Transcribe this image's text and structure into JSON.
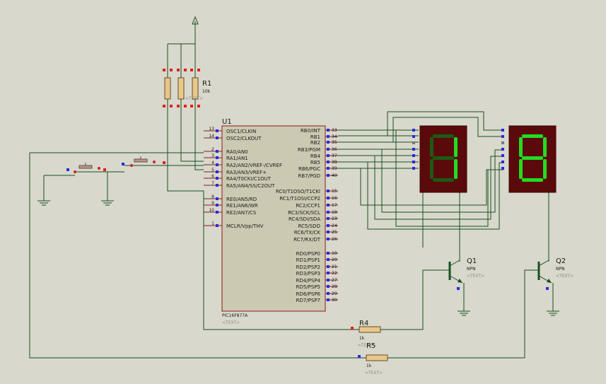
{
  "mcu": {
    "ref": "U1",
    "part": "PIC16F877A",
    "text": "<TEXT>",
    "left_pins": [
      {
        "num": "13",
        "label": "OSC1/CLKIN"
      },
      {
        "num": "14",
        "label": "OSC2/CLKOUT"
      },
      {
        "num": "2",
        "label": "RA0/AN0"
      },
      {
        "num": "3",
        "label": "RA1/AN1"
      },
      {
        "num": "4",
        "label": "RA2/AN2/VREF-/CVREF"
      },
      {
        "num": "5",
        "label": "RA3/AN3/VREF+"
      },
      {
        "num": "6",
        "label": "RA4/T0CKI/C1OUT"
      },
      {
        "num": "7",
        "label": "RA5/AN4/SS/C2OUT"
      },
      {
        "num": "8",
        "label": "RE0/AN5/RD"
      },
      {
        "num": "9",
        "label": "RE1/AN6/WR"
      },
      {
        "num": "10",
        "label": "RE2/AN7/CS"
      },
      {
        "num": "1",
        "label": "MCLR/Vpp/THV"
      }
    ],
    "right_pins": [
      {
        "num": "33",
        "label": "RB0/INT"
      },
      {
        "num": "34",
        "label": "RB1"
      },
      {
        "num": "35",
        "label": "RB2"
      },
      {
        "num": "36",
        "label": "RB3/PGM"
      },
      {
        "num": "37",
        "label": "RB4"
      },
      {
        "num": "38",
        "label": "RB5"
      },
      {
        "num": "39",
        "label": "RB6/PGC"
      },
      {
        "num": "40",
        "label": "RB7/PGD"
      },
      {
        "num": "15",
        "label": "RC0/T1OSO/T1CKI"
      },
      {
        "num": "16",
        "label": "RC1/T1OSI/CCP2"
      },
      {
        "num": "17",
        "label": "RC2/CCP1"
      },
      {
        "num": "18",
        "label": "RC3/SCK/SCL"
      },
      {
        "num": "23",
        "label": "RC4/SDI/SDA"
      },
      {
        "num": "24",
        "label": "RC5/SDO"
      },
      {
        "num": "25",
        "label": "RC6/TX/CK"
      },
      {
        "num": "26",
        "label": "RC7/RX/DT"
      },
      {
        "num": "19",
        "label": "RD0/PSP0"
      },
      {
        "num": "20",
        "label": "RD1/PSP1"
      },
      {
        "num": "21",
        "label": "RD2/PSP2"
      },
      {
        "num": "22",
        "label": "RD3/PSP3"
      },
      {
        "num": "27",
        "label": "RD4/PSP4"
      },
      {
        "num": "28",
        "label": "RD5/PSP5"
      },
      {
        "num": "29",
        "label": "RD6/PSP6"
      },
      {
        "num": "30",
        "label": "RD7/PSP7"
      }
    ]
  },
  "resistor_r1": {
    "ref": "R1",
    "value": "10k",
    "text": "<TEXT>"
  },
  "resistor_r4": {
    "ref": "R4",
    "value": "1k",
    "text": "<TEXT>"
  },
  "resistor_r5": {
    "ref": "R5",
    "value": "1k",
    "text": "<TEXT>"
  },
  "q1": {
    "ref": "Q1",
    "type": "NPN",
    "text": "<TEXT>"
  },
  "q2": {
    "ref": "Q2",
    "type": "NPN",
    "text": "<TEXT>"
  },
  "display_left": {
    "shown_digit": "1"
  },
  "display_right": {
    "shown_digit": "8"
  },
  "colors": {
    "background": "#d8d8cc",
    "wire": "#17501f",
    "pin": "#8b1a1a",
    "segment_on": "#22dd22",
    "segment_off": "#1c5a14",
    "display_body": "#5a0a0a",
    "chip_body": "#ccc9b2",
    "terminal_red": "#e02020",
    "terminal_blue": "#2a2ae0"
  }
}
